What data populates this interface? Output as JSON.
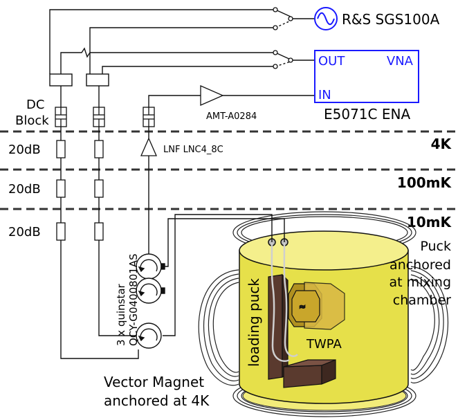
{
  "generator": "R&S SGS100A",
  "vna": {
    "out": "OUT",
    "vna": "VNA",
    "in": "IN",
    "model": "E5071C ENA"
  },
  "amplifier_rt": "AMT-A0284",
  "dc_block": {
    "line1": "DC",
    "line2": "Block"
  },
  "lnf": "LNF LNC4_8C",
  "stages": {
    "s4k": "4K",
    "s100mk": "100mK",
    "s10mk": "10mK"
  },
  "attenuators": {
    "a1": "20dB",
    "a2": "20dB",
    "a3": "20dB"
  },
  "circulators": {
    "line1": "3 x quinstar",
    "line2": "QCY-G0400801AS"
  },
  "puck": {
    "line1": "Puck",
    "line2": "anchored",
    "line3": "at mixing",
    "line4": "chamber"
  },
  "loading_puck": "loading puck",
  "twpa": "TWPA",
  "magnet": {
    "line1": "Vector Magnet",
    "line2": "anchored at 4K"
  },
  "colors": {
    "accent": "#1a1aff",
    "cylinder": "#e6e04a",
    "bracket": "#5a3a2e",
    "twpa_chip": "#d8b845"
  }
}
